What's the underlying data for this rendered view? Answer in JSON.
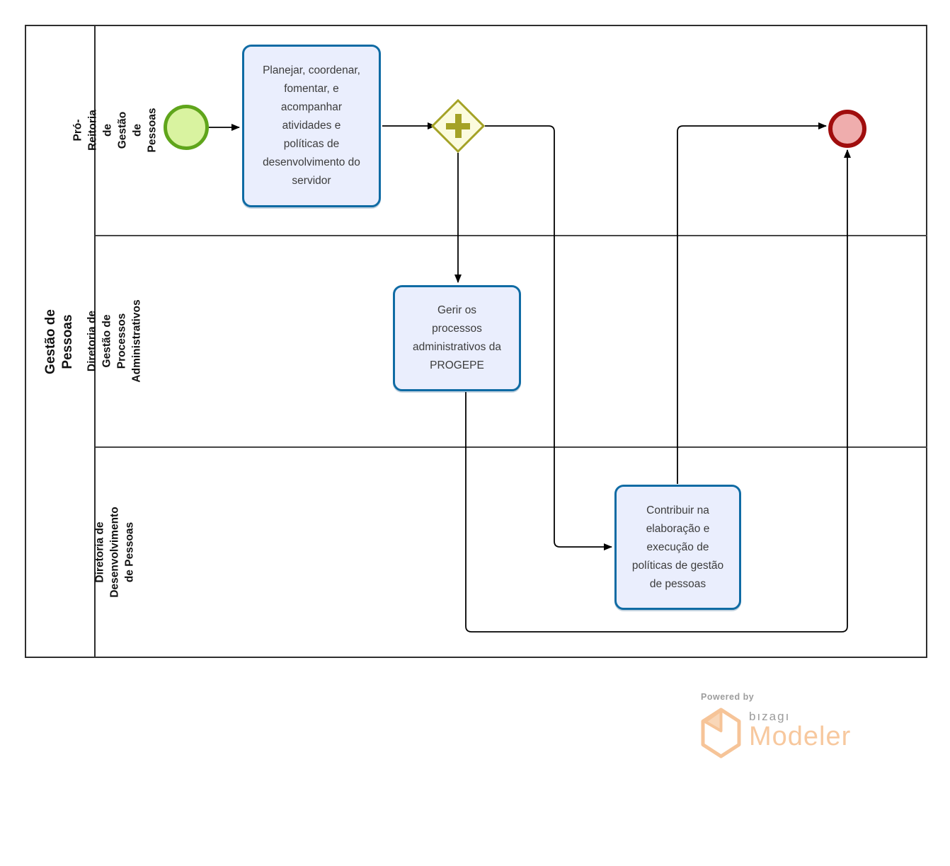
{
  "pool": {
    "label": "Gestão de Pessoas"
  },
  "lanes": [
    {
      "label": "Pró-Reitoria de Gestão de Pessoas"
    },
    {
      "label": "Diretoria de Gestão de Processos Administrativos"
    },
    {
      "label": "Diretoria de Desenvolvimento de Pessoas"
    }
  ],
  "nodes": {
    "start_event": {
      "type": "start-event"
    },
    "task_planejar": {
      "label": "Planejar, coordenar, fomentar, e acompanhar atividades e políticas de desenvolvimento do servidor"
    },
    "gateway_parallel": {
      "type": "parallel-gateway",
      "symbol": "plus"
    },
    "task_gerir": {
      "label": "Gerir os processos administrativos da PROGEPE"
    },
    "task_contribuir": {
      "label": "Contribuir na elaboração e execução de políticas de gestão de pessoas"
    },
    "end_event": {
      "type": "end-event"
    }
  },
  "footer": {
    "powered_by": "Powered by",
    "brand": "bızagı",
    "product": "Modeler"
  },
  "colors": {
    "task_fill": "#EAEEFD",
    "task_border": "#0F6BA4",
    "gateway_fill": "#FBFBDE",
    "gateway_accent": "#A4A226",
    "start_fill": "#D9F3A0",
    "start_border": "#5FA51B",
    "end_fill": "#EFADAD",
    "end_border": "#A00D0D",
    "flow_line": "#000000",
    "brand_orange": "#F7C89E",
    "brand_gray": "#9B9B9B"
  }
}
